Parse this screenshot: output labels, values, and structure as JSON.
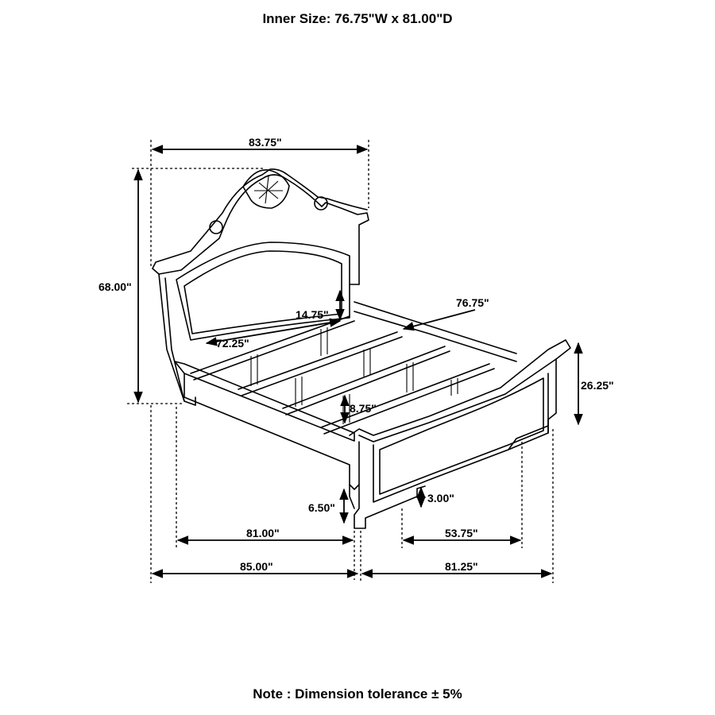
{
  "header": {
    "title": "Inner Size: 76.75\"W x 81.00\"D"
  },
  "footer": {
    "note": "Note : Dimension tolerance ± 5%"
  },
  "dimensions": {
    "top_width": "83.75\"",
    "overall_height": "68.00\"",
    "headboard_panel": "14.75\"",
    "inner_width": "76.75\"",
    "inner_length_left": "72.25\"",
    "footboard_height": "26.25\"",
    "rail_height": "8.75\"",
    "foot_clearance": "6.50\"",
    "foot_cutout": "3.00\"",
    "inner_length": "81.00\"",
    "footboard_span": "53.75\"",
    "overall_length": "85.00\"",
    "overall_width": "81.25\""
  }
}
